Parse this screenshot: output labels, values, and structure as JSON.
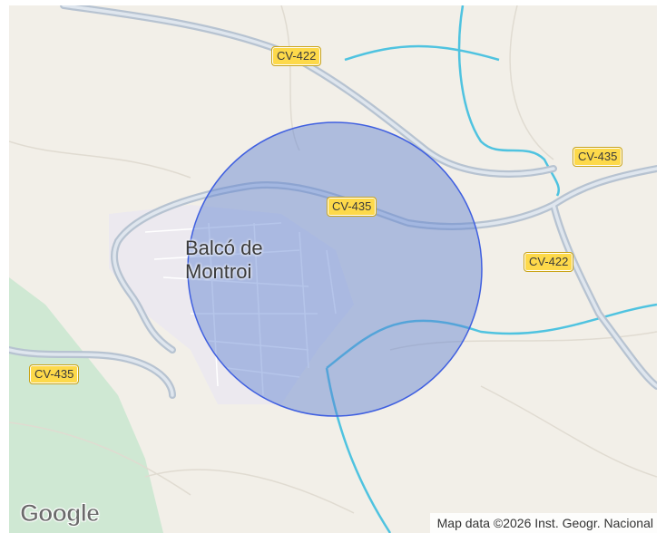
{
  "map": {
    "roads": [
      {
        "label": "CV-422"
      },
      {
        "label": "CV-435"
      },
      {
        "label": "CV-435"
      },
      {
        "label": "CV-422"
      },
      {
        "label": "CV-435"
      }
    ],
    "place": {
      "line1": "Balcó de",
      "line2": "Montroi"
    },
    "logo": "Google",
    "attribution": "Map data ©2026 Inst. Geogr. Nacional",
    "colors": {
      "land": "#f2efe8",
      "green": "#cfe8d3",
      "water": "#4fc3e0",
      "road": "#b7c3d1",
      "circle_fill": "#5b7fd0",
      "circle_stroke": "#3f5fe0",
      "shield": "#fdd94a"
    }
  }
}
